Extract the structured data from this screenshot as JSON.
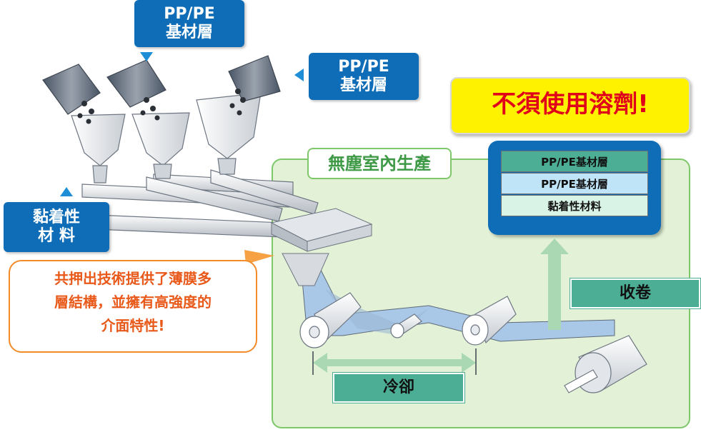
{
  "labels": {
    "top_substrate": {
      "line1": "PP/PE",
      "line2": "基材層"
    },
    "right_substrate": {
      "line1": "PP/PE",
      "line2": "基材層"
    },
    "adhesive": {
      "line1": "黏着性",
      "line2": "材 料"
    }
  },
  "solvent_free": "不須使用溶劑!",
  "clean_room": "無塵室內生產",
  "layers": [
    "PP/PE基材層",
    "PP/PE基材層",
    "黏着性材料"
  ],
  "callout": [
    "共押出技術提供了薄膜多",
    "層結構，並擁有高強度的",
    "介面特性!"
  ],
  "winding": "收卷",
  "cooling": "冷卻",
  "colors": {
    "label_blue": "#0e6db6",
    "zone_green": "#e3f2d6",
    "zone_border": "#7ec86a",
    "teal": "#4cae94",
    "solvent_bg": "#fff200",
    "solvent_text": "#e0001a",
    "callout_text": "#e8591a",
    "layer1": "#4cae94",
    "layer2": "#bfe4f8",
    "layer3": "#d9f3e6"
  }
}
